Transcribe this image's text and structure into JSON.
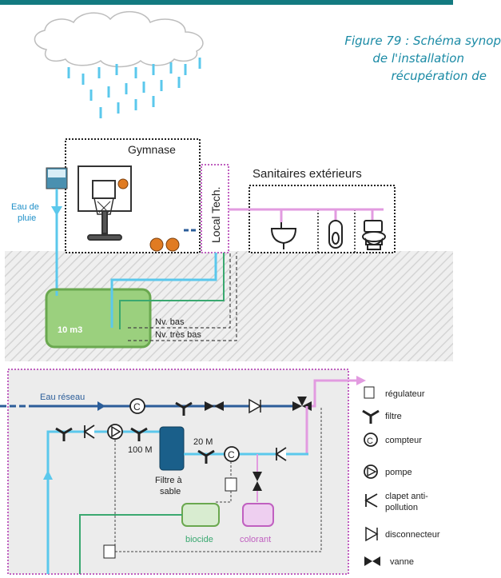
{
  "figure_caption": {
    "line1": "Figure 79 : Schéma synop",
    "line2": "de l'installation",
    "line3": "récupération de"
  },
  "labels": {
    "gymnase": "Gymnase",
    "local_tech": "Local Tech.",
    "sanitaires": "Sanitaires extérieurs",
    "eau_de_pluie_1": "Eau de",
    "eau_de_pluie_2": "pluie",
    "tank_volume": "10 m3",
    "nv_bas": "Nv. bas",
    "nv_tres_bas": "Nv. très bas",
    "eau_reseau": "Eau réseau",
    "filtre_100": "100 M",
    "filtre_20": "20 M",
    "filtre_sable_1": "Filtre à",
    "filtre_sable_2": "sable",
    "biocide": "biocide",
    "colorant": "colorant",
    "compteur_symbol": "C"
  },
  "legend": [
    {
      "icon": "regulator-icon",
      "label": "régulateur"
    },
    {
      "icon": "filter-icon",
      "label": "filtre"
    },
    {
      "icon": "meter-icon",
      "label": "compteur"
    },
    {
      "icon": "pump-icon",
      "label": "pompe"
    },
    {
      "icon": "check-valve-icon",
      "label_1": "clapet anti-",
      "label_2": "pollution"
    },
    {
      "icon": "disconnector-icon",
      "label": "disconnecteur"
    },
    {
      "icon": "valve-icon",
      "label": "vanne"
    }
  ],
  "colors": {
    "rain_water": "#5bc8ec",
    "network_water": "#2b5d99",
    "treated_water": "#e29be0",
    "tank_fill": "#9bd07e",
    "sensor_line": "#3aa870",
    "header_bar": "#137a80"
  }
}
